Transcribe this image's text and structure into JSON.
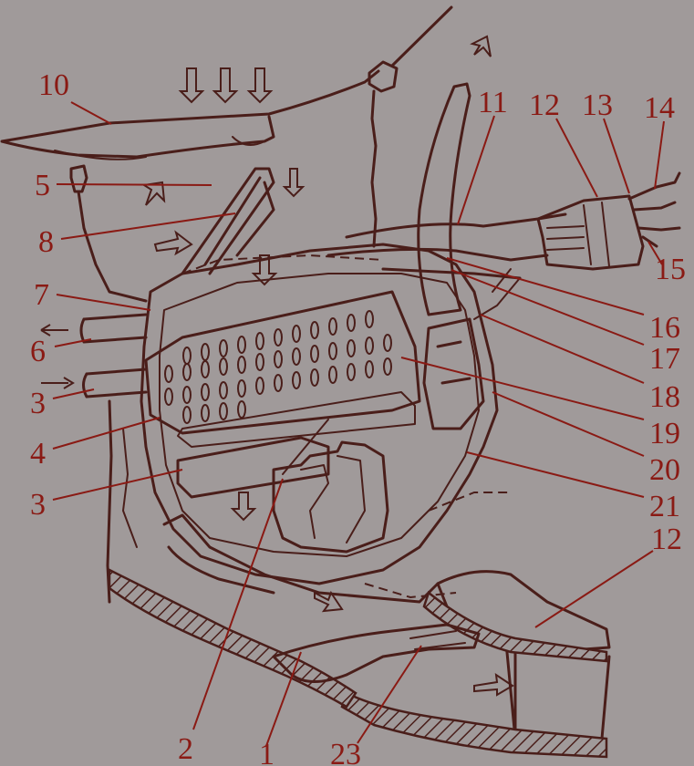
{
  "colors": {
    "background": "#a09a9a",
    "drawing": "#4a1e1a",
    "labels": "#8a1a14"
  },
  "labels": {
    "l1": "1",
    "l2": "2",
    "l3a": "3",
    "l3b": "3",
    "l4": "4",
    "l5": "5",
    "l6": "6",
    "l7": "7",
    "l8": "8",
    "l10": "10",
    "l11": "11",
    "l12a": "12",
    "l12b": "12",
    "l13": "13",
    "l14": "14",
    "l15": "15",
    "l16": "16",
    "l17": "17",
    "l18": "18",
    "l19": "19",
    "l20": "20",
    "l21": "21",
    "l23": "23"
  }
}
